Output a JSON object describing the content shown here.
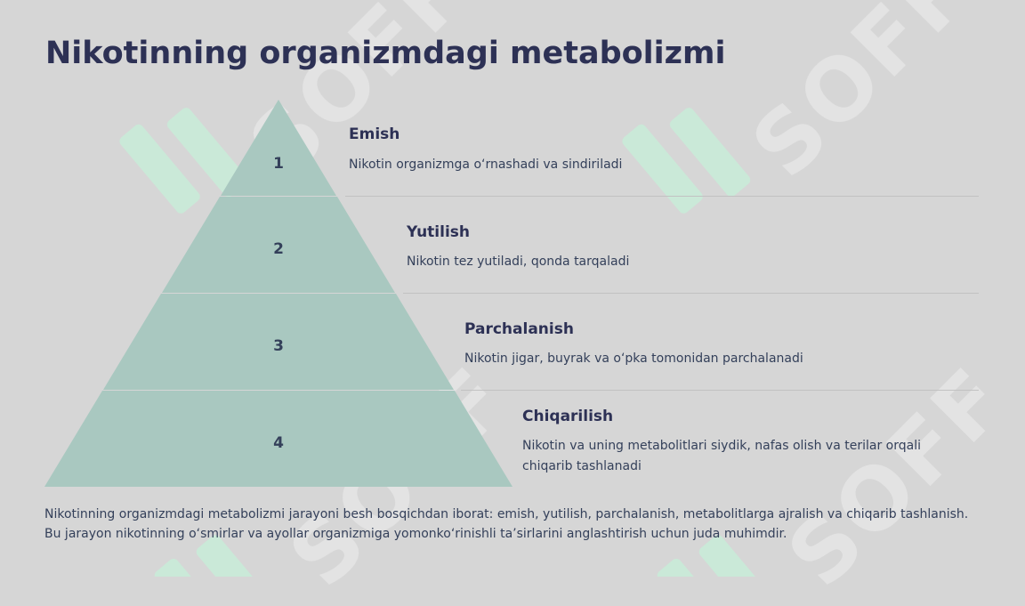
{
  "title": "Nikotinning organizmdagi metabolizmi",
  "watermark": {
    "text": "SOFF",
    "color": "#e3e3e3",
    "icon_color": "#c8ecd8"
  },
  "pyramid_color": "#a9c8c0",
  "steps": [
    {
      "number": "1",
      "heading": "Emish",
      "description": "Nikotin organizmga o‘rnashadi va sindiriladi"
    },
    {
      "number": "2",
      "heading": "Yutilish",
      "description": "Nikotin tez yutiladi, qonda tarqaladi"
    },
    {
      "number": "3",
      "heading": "Parchalanish",
      "description": "Nikotin jigar, buyrak va o‘pka tomonidan parchalanadi"
    },
    {
      "number": "4",
      "heading": "Chiqarilish",
      "description": "Nikotin va uning metabolitlari siydik, nafas olish va terilar orqali chiqarib tashlanadi"
    }
  ],
  "footer": "Nikotinning organizmdagi metabolizmi jarayoni besh bosqichdan iborat: emish, yutilish, parchalanish, metabolitlarga ajralish va chiqarib tashlanish. Bu jarayon nikotinning o‘smirlar va ayollar organizmiga yomonko‘rinishli ta’sirlarini anglashtirish uchun juda muhimdir."
}
